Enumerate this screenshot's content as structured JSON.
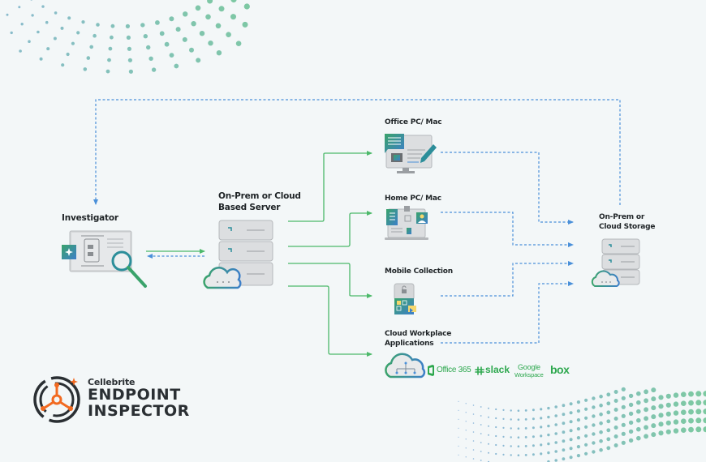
{
  "diagram": {
    "nodes": {
      "investigator": {
        "label": "Investigator"
      },
      "server": {
        "label_line1": "On-Prem or Cloud",
        "label_line2": "Based Server"
      },
      "office_pc": {
        "label": "Office PC/ Mac"
      },
      "home_pc": {
        "label": "Home PC/ Mac"
      },
      "mobile": {
        "label": "Mobile Collection"
      },
      "cloud_apps": {
        "label_line1": "Cloud Workplace",
        "label_line2": "Applications"
      },
      "storage": {
        "label_line1": "On-Prem or",
        "label_line2": "Cloud Storage"
      }
    },
    "cloud_app_logos": {
      "office365": "Office 365",
      "slack": "slack",
      "google_line1": "Google",
      "google_line2": "Workspace",
      "box": "box"
    },
    "edges": [
      {
        "from": "investigator",
        "to": "server",
        "style": "solid-green"
      },
      {
        "from": "server",
        "to": "investigator",
        "style": "dashed-blue"
      },
      {
        "from": "server",
        "to": "office_pc",
        "style": "solid-green"
      },
      {
        "from": "server",
        "to": "home_pc",
        "style": "solid-green"
      },
      {
        "from": "server",
        "to": "mobile",
        "style": "solid-green"
      },
      {
        "from": "server",
        "to": "cloud_apps",
        "style": "solid-green"
      },
      {
        "from": "office_pc",
        "to": "storage",
        "style": "dashed-blue"
      },
      {
        "from": "home_pc",
        "to": "storage",
        "style": "dashed-blue"
      },
      {
        "from": "mobile",
        "to": "storage",
        "style": "dashed-blue"
      },
      {
        "from": "cloud_apps",
        "to": "storage",
        "style": "dashed-blue"
      },
      {
        "from": "storage",
        "to": "investigator",
        "style": "dashed-blue"
      }
    ],
    "colors": {
      "background": "#f3f7f8",
      "green_line": "#4cb96a",
      "blue_dashed": "#4a90d9",
      "brand_orange": "#f26a21",
      "text_dark": "#1e2326"
    }
  },
  "brand": {
    "company": "Cellebrite",
    "product_line1": "ENDPOINT",
    "product_line2": "INSPECTOR"
  }
}
